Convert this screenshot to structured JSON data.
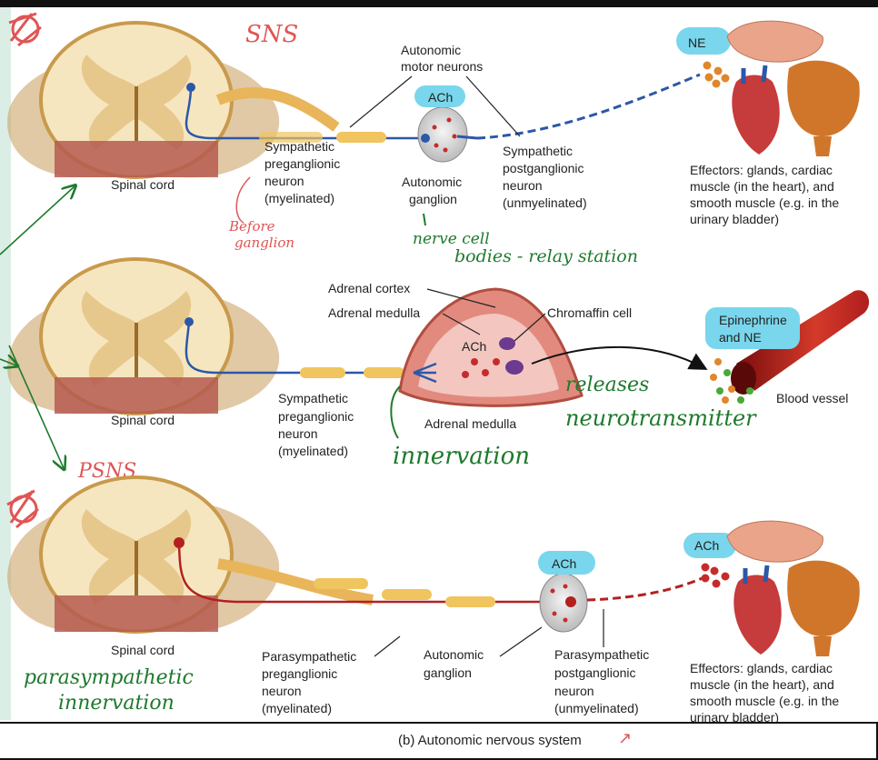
{
  "labels": {
    "sns": "SNS",
    "psns": "PSNS",
    "spinal_cord": "Spinal cord",
    "autonomic_motor_neurons_1": "Autonomic",
    "autonomic_motor_neurons_2": "motor neurons",
    "ach": "ACh",
    "ne": "NE",
    "symp_pre_1": "Sympathetic",
    "symp_pre_2": "preganglionic",
    "symp_pre_3": "neuron",
    "symp_pre_4": "(myelinated)",
    "auto_ganglion_1": "Autonomic",
    "auto_ganglion_2": "ganglion",
    "symp_post_1": "Sympathetic",
    "symp_post_2": "postganglionic",
    "symp_post_3": "neuron",
    "symp_post_4": "(unmyelinated)",
    "effectors_1": "Effectors: glands, cardiac",
    "effectors_2": "muscle (in the heart), and",
    "effectors_3": "smooth muscle (e.g. in the",
    "effectors_4": "urinary bladder)",
    "adrenal_cortex": "Adrenal cortex",
    "adrenal_medulla": "Adrenal medulla",
    "chromaffin_cell": "Chromaffin cell",
    "epinephrine_1": "Epinephrine",
    "epinephrine_2": "and NE",
    "blood_vessel": "Blood vessel",
    "para_pre_1": "Parasympathetic",
    "para_pre_2": "preganglionic",
    "para_pre_3": "neuron",
    "para_pre_4": "(myelinated)",
    "para_post_1": "Parasympathetic",
    "para_post_2": "postganglionic",
    "para_post_3": "neuron",
    "para_post_4": "(unmyelinated)",
    "effectors_b4": "urinary bladder)"
  },
  "annotations": {
    "before_ganglion_1": "Before",
    "before_ganglion_2": "ganglion",
    "nerve_cell_1": "nerve cell",
    "nerve_cell_2": "bodies - relay station",
    "releases_1": "releases",
    "releases_2": "neurotransmitter",
    "innervation": "innervation",
    "para_innervation_1": "parasympathetic",
    "para_innervation_2": "innervation"
  },
  "caption": "(b) Autonomic nervous system",
  "colors": {
    "symp_neuron": "#2b58a8",
    "para_neuron": "#b32020",
    "myelin": "#f0c45e",
    "highlight": "#79d6ec",
    "hand_red": "#e05555",
    "hand_green": "#1e7a2c"
  }
}
